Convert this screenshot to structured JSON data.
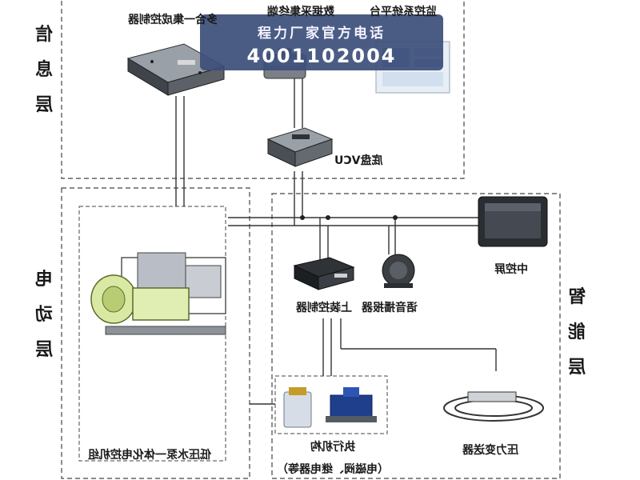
{
  "banner": {
    "line1": "程力厂家官方电话",
    "line2": "4001102004"
  },
  "zones": {
    "info": [
      "信",
      "息",
      "层"
    ],
    "power": [
      "电",
      "动",
      "层"
    ],
    "smart": [
      "智",
      "能",
      "层"
    ]
  },
  "components": {
    "all_in_one_controller": "多合一集成控制器",
    "data_collector": "数据采集终端",
    "monitor_platform": "监控系统平台",
    "chassis_vcu": "底盘VCU",
    "center_screen": "中控屏",
    "upper_controller": "上装控制器",
    "voice_broadcaster": "语音播报器",
    "pump_unit": "低压水泵一体化电控机组",
    "actuators": "执行机构",
    "actuators_note": "（电磁阀、继电器等）",
    "pressure_sensor": "压力变送器"
  }
}
